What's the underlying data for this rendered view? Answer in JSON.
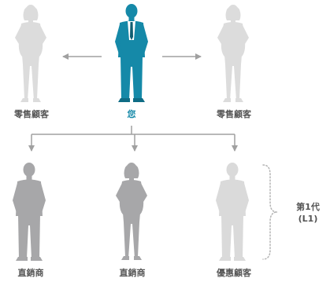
{
  "colors": {
    "you": "#1589a8",
    "retail": "#dcdcdc",
    "distributor": "#a7a7a9",
    "preferred": "#dadada",
    "line": "#a0a0a0",
    "bracket": "#b4b4b4",
    "label_dark": "#555555",
    "label_you": "#1589a8"
  },
  "figures": {
    "top_left": {
      "label": "零售顧客",
      "icon": "standing-woman-silhouette"
    },
    "top_center": {
      "label": "您",
      "icon": "standing-man-suit-figure"
    },
    "top_right": {
      "label": "零售顧客",
      "icon": "standing-woman-silhouette"
    },
    "bottom_left": {
      "label": "直銷商",
      "icon": "standing-man-suit-figure"
    },
    "bottom_center": {
      "label": "直銷商",
      "icon": "standing-woman-silhouette"
    },
    "bottom_right": {
      "label": "優惠顧客",
      "icon": "standing-man-suit-figure"
    }
  },
  "generation": {
    "line1": "第1代",
    "line2": "(L1)"
  }
}
